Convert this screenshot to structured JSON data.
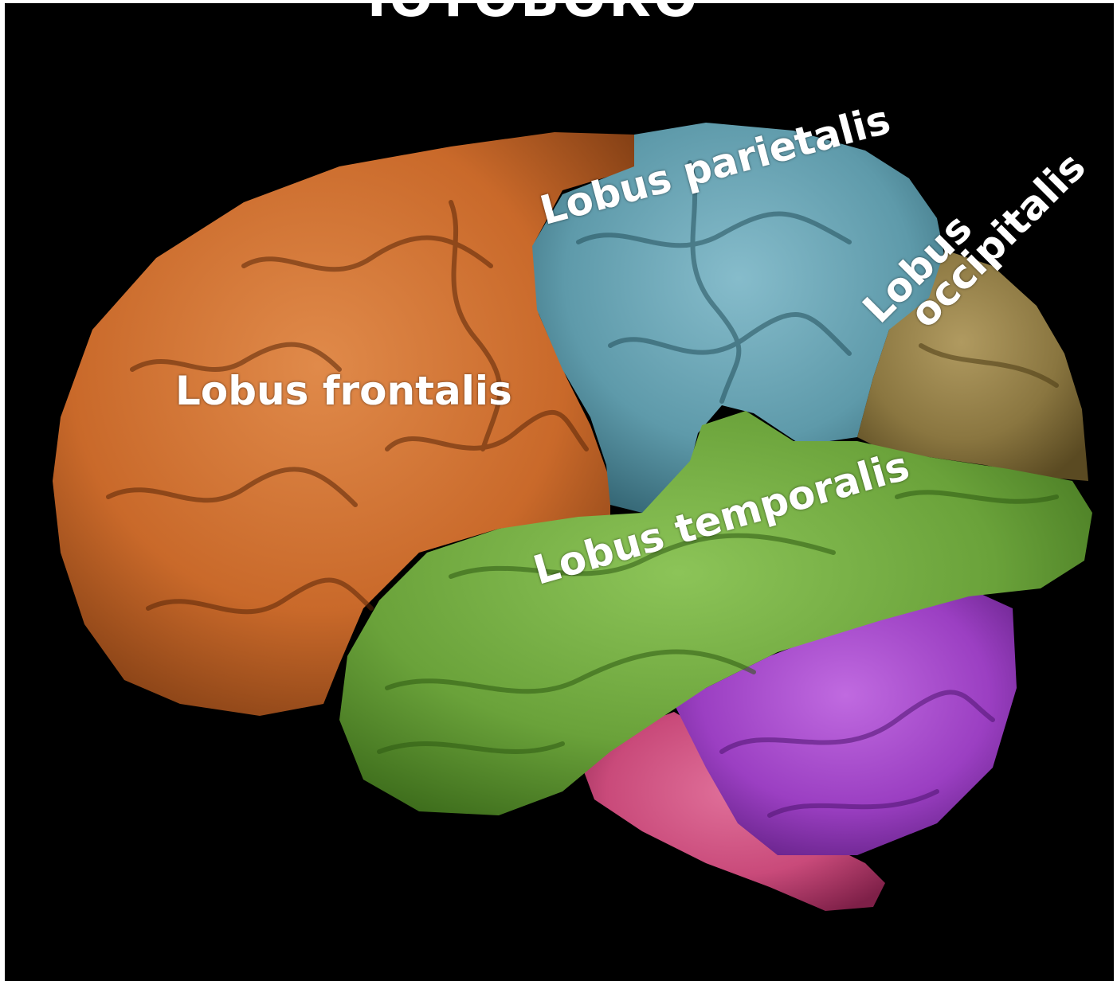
{
  "figure": {
    "cut_title": "ЧОТОВОКО",
    "labels": {
      "frontal": "Lobus frontalis",
      "parietal": "Lobus parietalis",
      "temporal": "Lobus temporalis",
      "occipital_line1": "Lobus",
      "occipital_line2": "occipitalis"
    }
  },
  "colors": {
    "background": "#000000",
    "frontal": "#c9692a",
    "parietal": "#5e9aaa",
    "temporal": "#6aa23a",
    "occipital": "#8a7640",
    "cerebellum": "#9b3fc2",
    "brainstem": "#c94a7a",
    "label_text": "#ffffff"
  }
}
